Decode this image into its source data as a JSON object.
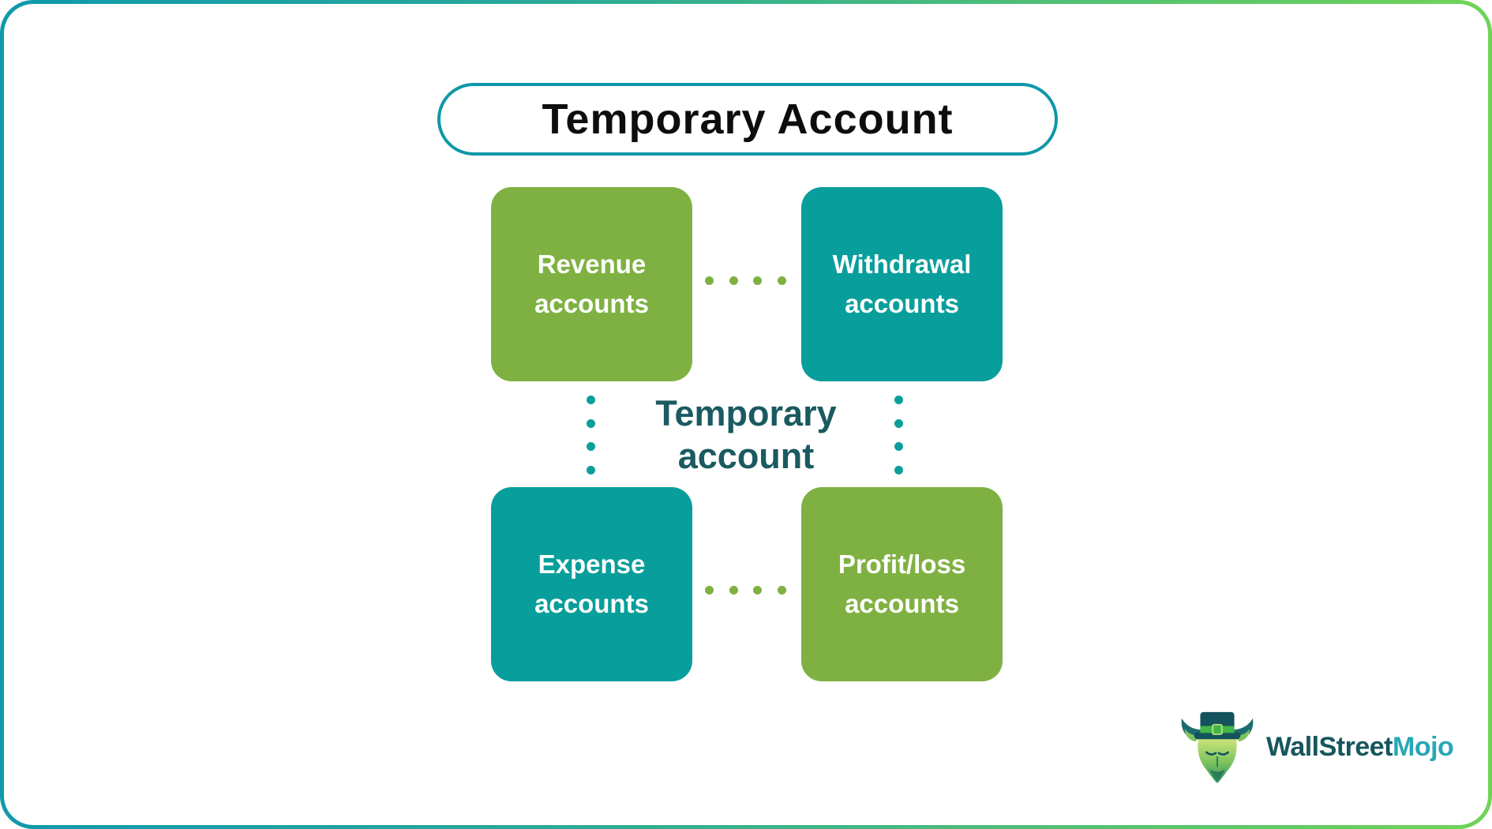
{
  "frame": {
    "border_gradient_left": "#0f9aab",
    "border_gradient_right": "#70d457",
    "background": "#ffffff"
  },
  "title": {
    "label": "Temporary Account",
    "border_color": "#0e98a8",
    "text_color": "#0d0d0d"
  },
  "nodes": [
    {
      "id": "revenue",
      "line1": "Revenue",
      "line2": "accounts",
      "color": "#7fb142"
    },
    {
      "id": "withdrawal",
      "line1": "Withdrawal",
      "line2": "accounts",
      "color": "#089e9b"
    },
    {
      "id": "expense",
      "line1": "Expense",
      "line2": "accounts",
      "color": "#089e9b"
    },
    {
      "id": "profitloss",
      "line1": "Profit/loss",
      "line2": "accounts",
      "color": "#7fb142"
    }
  ],
  "center_label": {
    "line1": "Temporary",
    "line2": "account",
    "color": "#1a5a61"
  },
  "connectors": {
    "horizontal_dot_color": "#7fb142",
    "vertical_dot_color": "#0a9e9b",
    "dots_per_line": 4
  },
  "logo": {
    "icon": "bull-mascot-icon",
    "brand_primary": "WallStreet",
    "brand_accent": "Mojo",
    "primary_color": "#17565e",
    "accent_color": "#28a7b5"
  }
}
